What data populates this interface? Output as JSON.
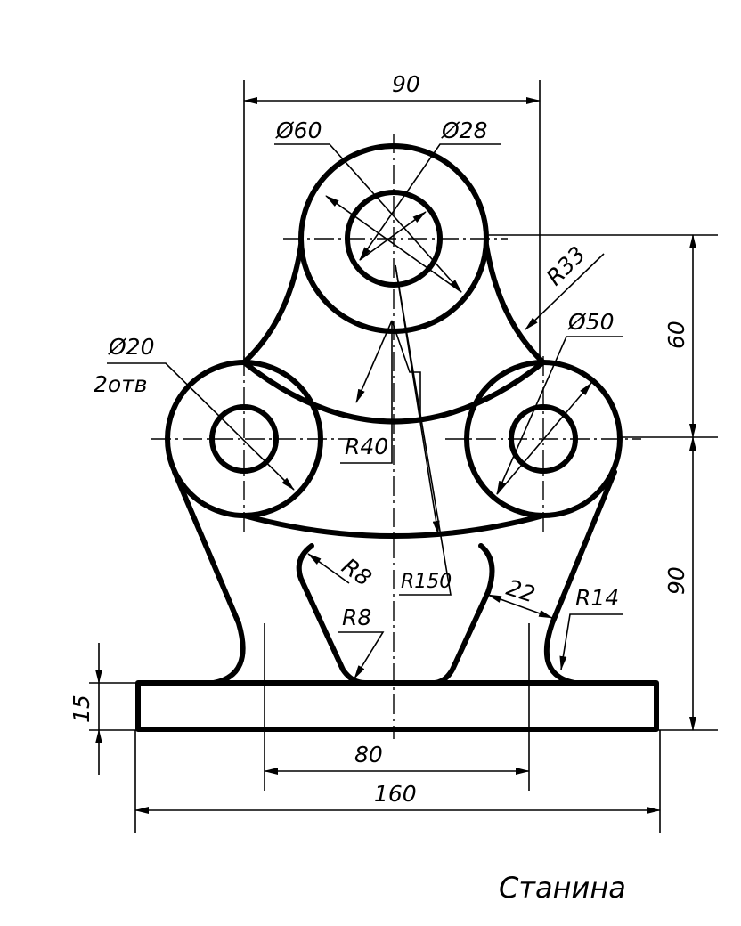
{
  "drawing": {
    "title": "Станина",
    "dimensions": {
      "top_width": "90",
      "d_outer_top": "Ø60",
      "d_inner_top": "Ø28",
      "r33": "R33",
      "height_60": "60",
      "d_side_outer": "Ø50",
      "d_side_hole": "Ø20",
      "holes_count": "2отв",
      "r40": "R40",
      "r150": "R150",
      "height_90": "90",
      "r8_upper": "R8",
      "r8_lower": "R8",
      "dim_22": "22",
      "r14": "R14",
      "base_height": "15",
      "inner_width": "80",
      "base_width": "160"
    }
  }
}
